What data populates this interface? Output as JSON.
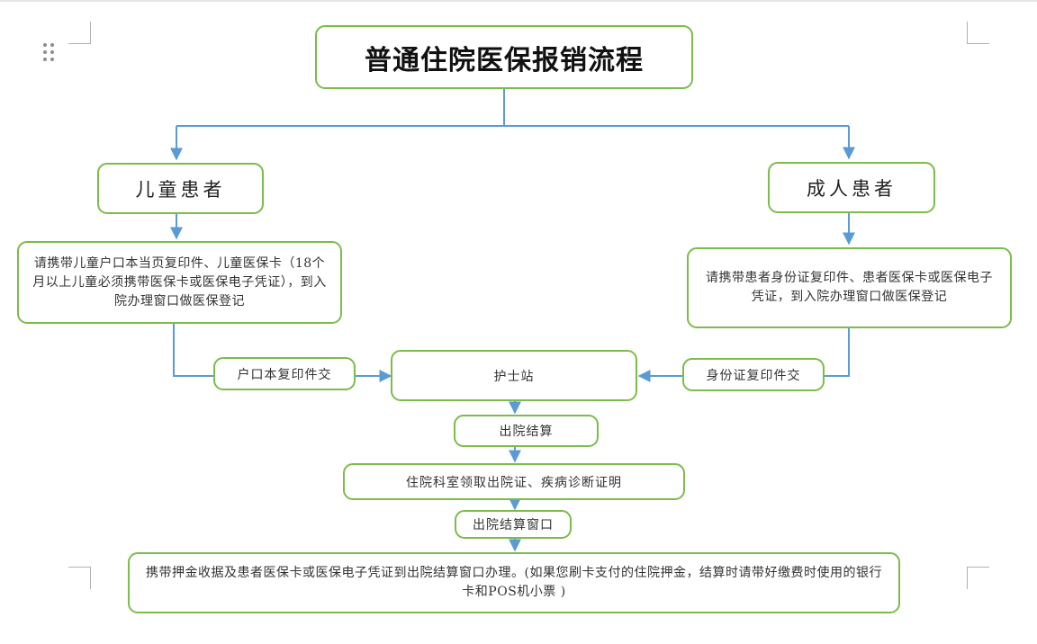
{
  "diagram": {
    "title": "普通住院医保报销流程",
    "child_patient": "儿童患者",
    "adult_patient": "成人患者",
    "child_instructions": "请携带儿童户口本当页复印件、儿童医保卡（18个月以上儿童必须携带医保卡或医保电子凭证），到入院办理窗口做医保登记",
    "adult_instructions": "请携带患者身份证复印件、患者医保卡或医保电子凭证，到入院办理窗口做医保登记",
    "household_copy": "户口本复印件交",
    "id_copy": "身份证复印件交",
    "nurse_station": "护士站",
    "discharge_settlement": "出院结算",
    "department_step": "住院科室领取出院证、疾病诊断证明",
    "settlement_window": "出院结算窗口",
    "final_step": "携带押金收据及患者医保卡或医保电子凭证到出院结算窗口办理。(如果您刷卡支付的住院押金，结算时请带好缴费时使用的银行卡和POS机小票 )"
  },
  "colors": {
    "box_border": "#7dbb4a",
    "arrow": "#5b9bd5",
    "text": "#333333"
  }
}
